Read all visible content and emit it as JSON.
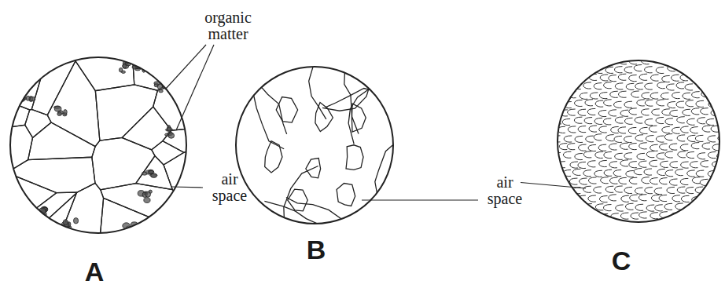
{
  "diagram": {
    "labels": [
      "organic matter",
      "air space",
      "air space",
      "A",
      "B",
      "C"
    ]
  }
}
